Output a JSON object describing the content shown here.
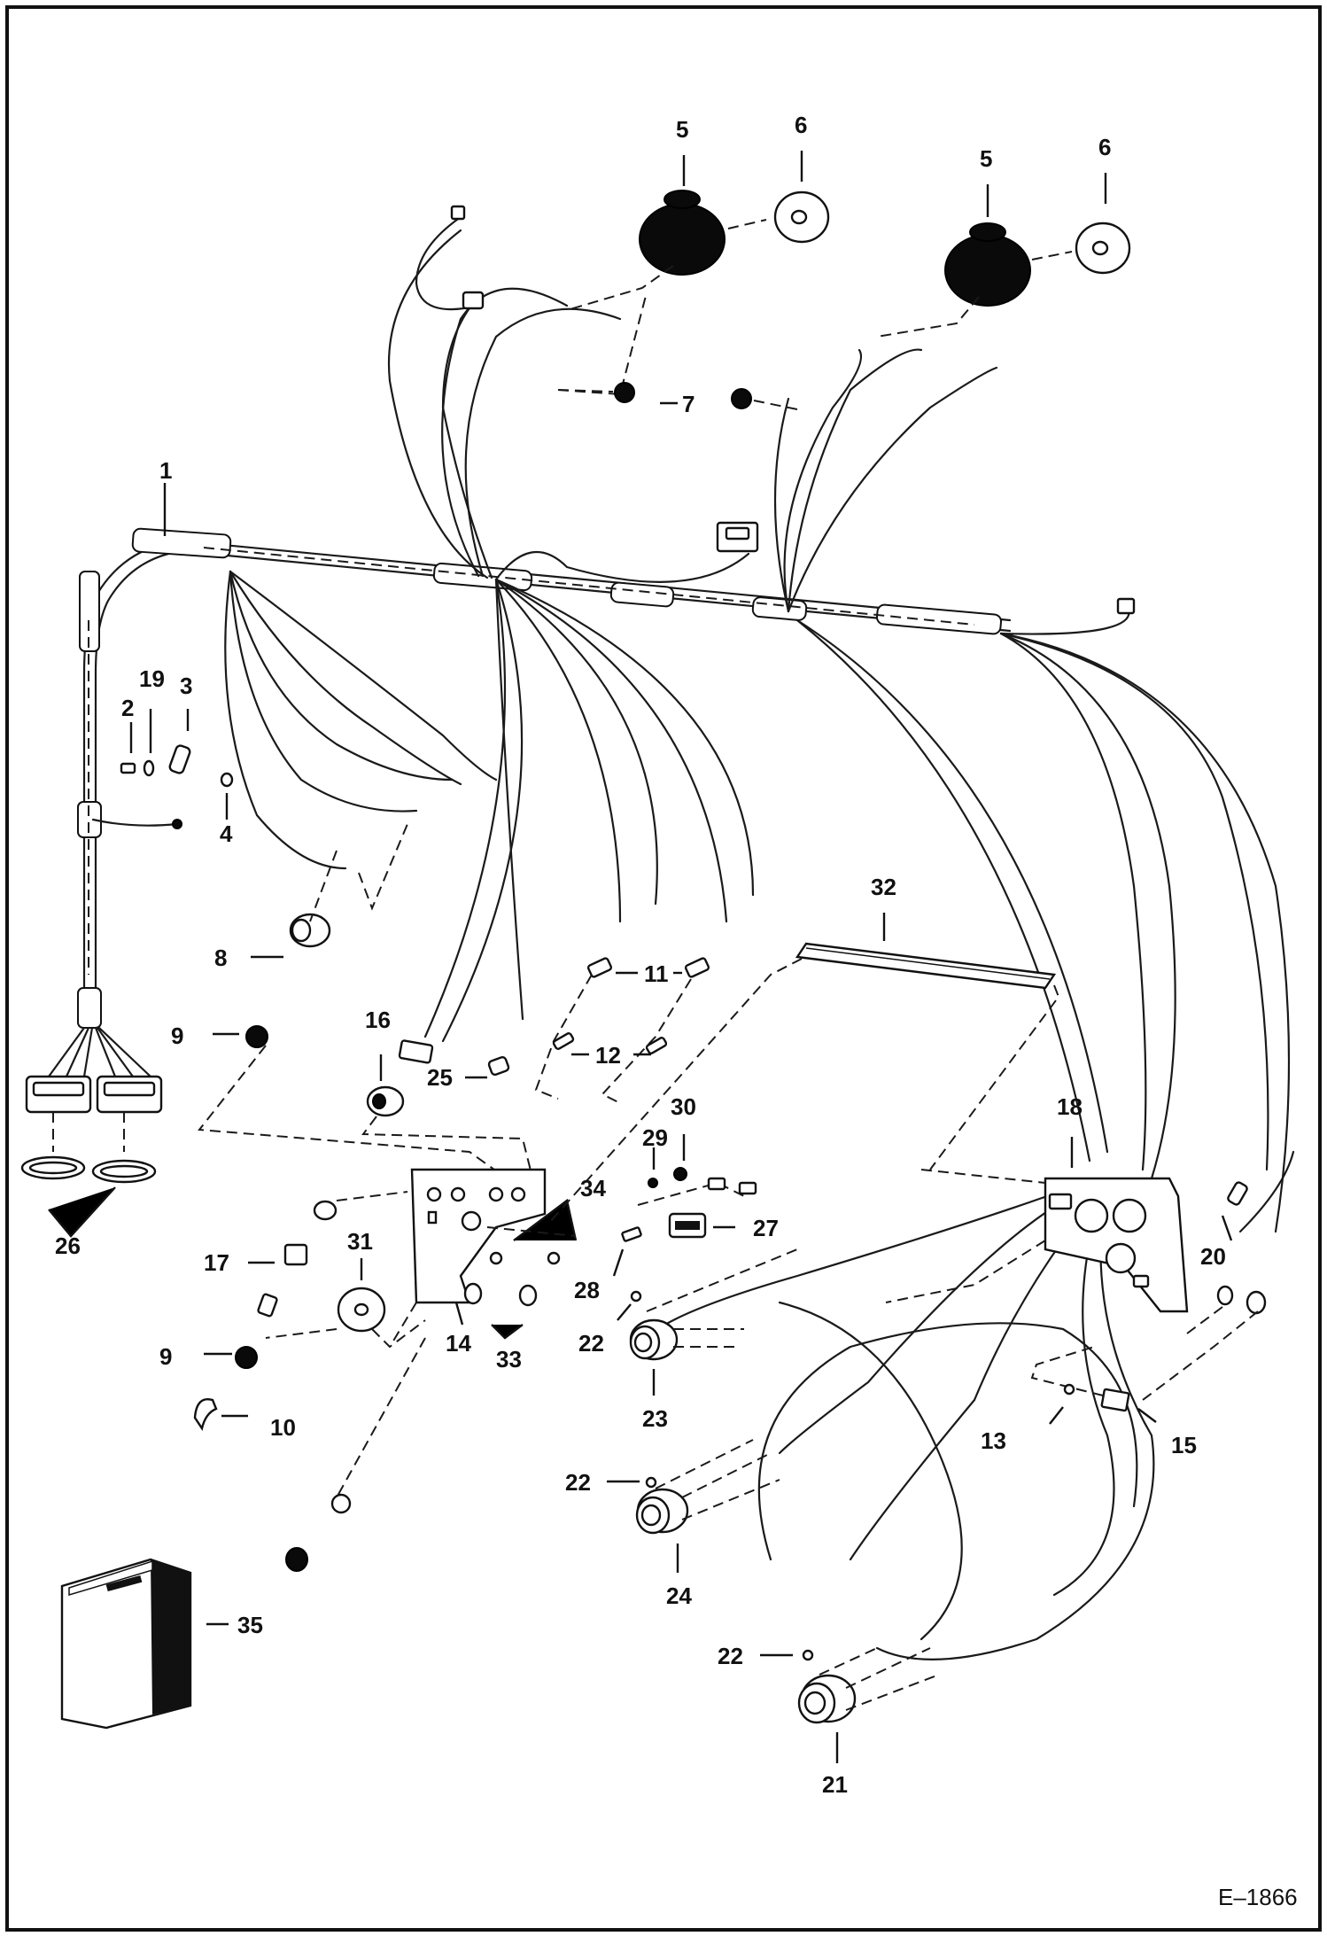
{
  "figure_id": "E–1866",
  "callouts": {
    "c1": "1",
    "c2": "2",
    "c3": "3",
    "c4": "4",
    "c5a": "5",
    "c5b": "5",
    "c6a": "6",
    "c6b": "6",
    "c7": "7",
    "c8": "8",
    "c9a": "9",
    "c9b": "9",
    "c10": "10",
    "c11": "11",
    "c12": "12",
    "c13": "13",
    "c14": "14",
    "c15": "15",
    "c16": "16",
    "c17": "17",
    "c18": "18",
    "c19": "19",
    "c20": "20",
    "c21": "21",
    "c22a": "22",
    "c22b": "22",
    "c22c": "22",
    "c23": "23",
    "c24": "24",
    "c25": "25",
    "c26": "26",
    "c27": "27",
    "c28": "28",
    "c29": "29",
    "c30": "30",
    "c31": "31",
    "c32": "32",
    "c33": "33",
    "c34": "34",
    "c35": "35"
  },
  "colors": {
    "ink": "#111111",
    "paper": "#ffffff"
  }
}
